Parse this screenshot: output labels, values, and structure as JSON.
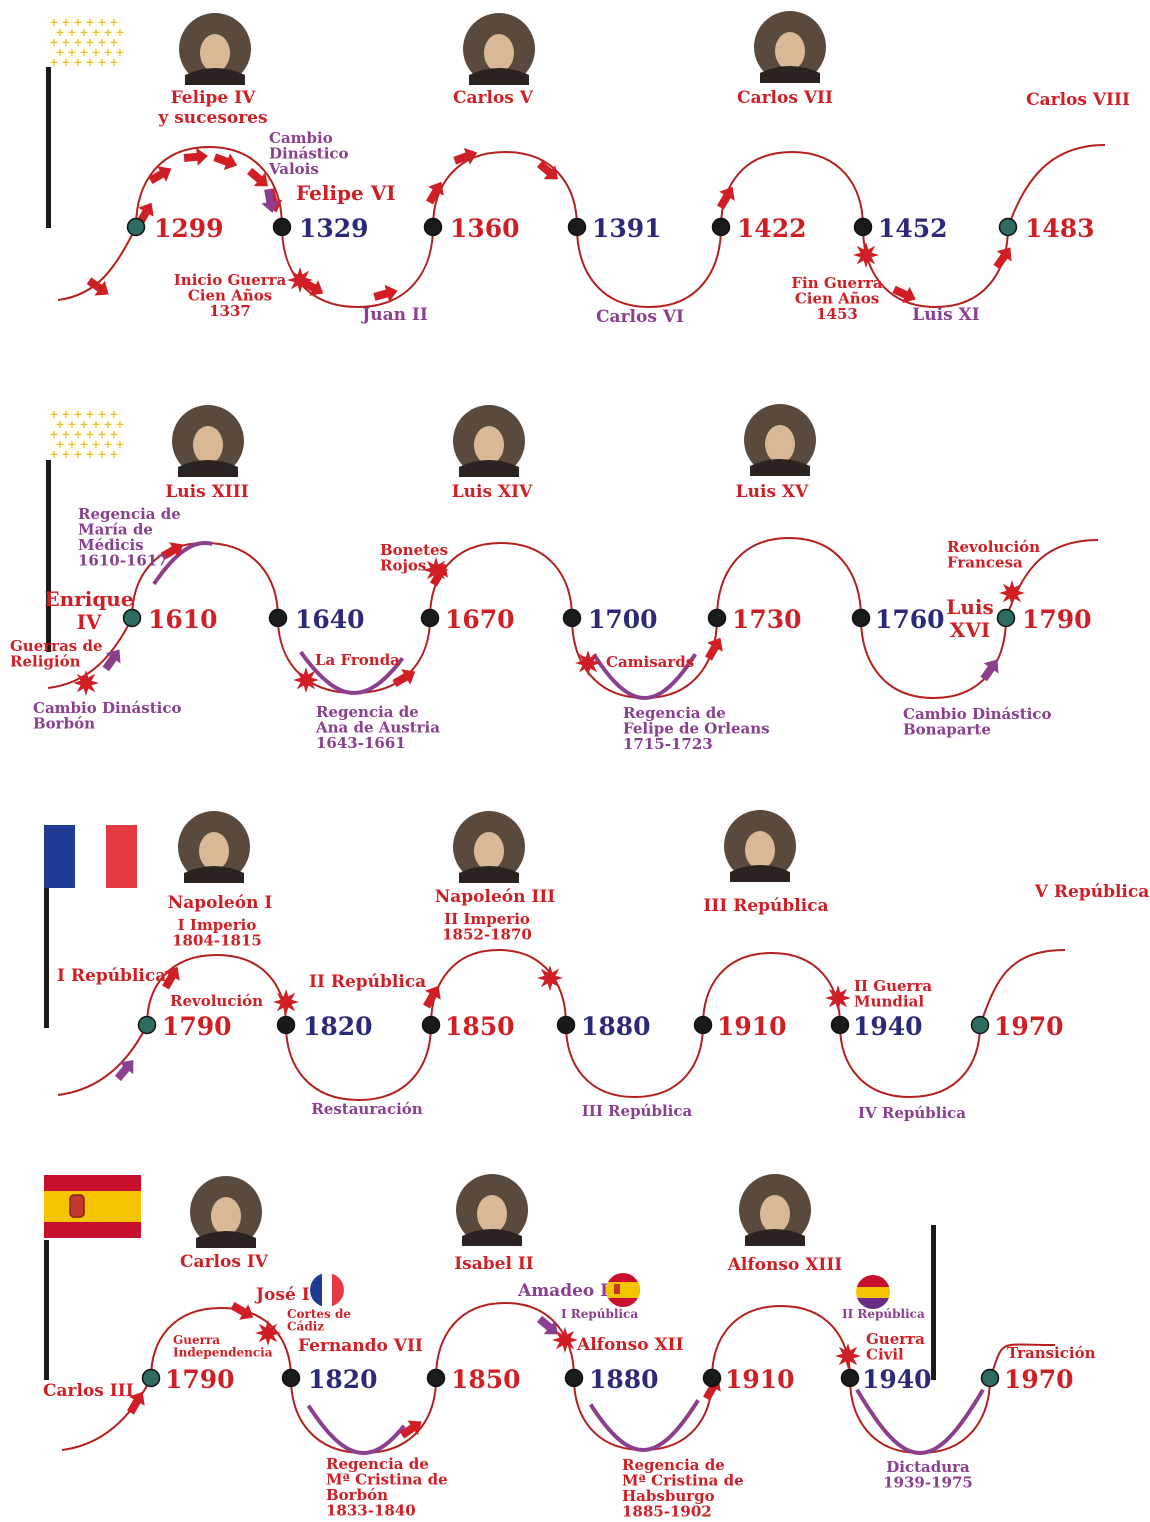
{
  "colors": {
    "red": "#d01e24",
    "navy": "#2a2a78",
    "purple": "#8a3f8f",
    "dark_red": "#b5201f",
    "gold": "#e8c227",
    "teal": "#2e6b60",
    "black": "#1a1a1a",
    "fr_blue": "#1f3a93",
    "fr_red": "#e53a43",
    "es_red": "#c8102e",
    "es_yellow": "#f5c400",
    "rep_purple": "#6b2c86"
  },
  "rows": [
    {
      "id": "capetos",
      "flag": "fleur",
      "years": [
        {
          "label": "1299",
          "color": "red",
          "node": "teal"
        },
        {
          "label": "1329",
          "color": "navy",
          "node": "black"
        },
        {
          "label": "1360",
          "color": "red",
          "node": "black"
        },
        {
          "label": "1391",
          "color": "navy",
          "node": "black"
        },
        {
          "label": "1422",
          "color": "red",
          "node": "black"
        },
        {
          "label": "1452",
          "color": "navy",
          "node": "black"
        },
        {
          "label": "1483",
          "color": "red",
          "node": "teal"
        }
      ],
      "rulers": [
        {
          "lines": [
            "Felipe IV",
            "y sucesores"
          ],
          "portrait": true
        },
        {
          "lines": [
            "Carlos V"
          ],
          "portrait": true
        },
        {
          "lines": [
            "Carlos VII"
          ],
          "portrait": true
        },
        {
          "lines": [
            "Carlos VIII"
          ],
          "portrait": false
        }
      ],
      "labels": [
        {
          "lines": [
            "Cambio",
            "Dinástico",
            "Valois"
          ],
          "color": "purple",
          "size": "small",
          "align": "start"
        },
        {
          "lines": [
            "Felipe VI"
          ],
          "color": "red",
          "size": "big",
          "align": "start"
        },
        {
          "lines": [
            "Inicio Guerra",
            "Cien Años",
            "1337"
          ],
          "color": "red",
          "size": "small",
          "align": "middle"
        },
        {
          "lines": [
            "Juan II"
          ],
          "color": "purple",
          "size": "mid",
          "align": "middle"
        },
        {
          "lines": [
            "Carlos VI"
          ],
          "color": "purple",
          "size": "mid",
          "align": "middle"
        },
        {
          "lines": [
            "Fin Guerra",
            "Cien Años",
            "1453"
          ],
          "color": "red",
          "size": "small",
          "align": "middle"
        },
        {
          "lines": [
            "Luis XI"
          ],
          "color": "purple",
          "size": "mid",
          "align": "middle"
        }
      ]
    },
    {
      "id": "borbones",
      "flag": "fleur",
      "years": [
        {
          "label": "1610",
          "color": "red",
          "node": "teal"
        },
        {
          "label": "1640",
          "color": "navy",
          "node": "black"
        },
        {
          "label": "1670",
          "color": "red",
          "node": "black"
        },
        {
          "label": "1700",
          "color": "navy",
          "node": "black"
        },
        {
          "label": "1730",
          "color": "red",
          "node": "black"
        },
        {
          "label": "1760",
          "color": "navy",
          "node": "black"
        },
        {
          "label": "1790",
          "color": "red",
          "node": "teal"
        }
      ],
      "rulers": [
        {
          "lines": [
            "Luis XIII"
          ],
          "portrait": true
        },
        {
          "lines": [
            "Luis XIV"
          ],
          "portrait": true
        },
        {
          "lines": [
            "Luis XV"
          ],
          "portrait": true
        }
      ],
      "labels": [
        {
          "lines": [
            "Regencia de",
            "María de",
            "Médicis",
            "1610-1617"
          ],
          "color": "purple",
          "size": "small",
          "align": "start"
        },
        {
          "lines": [
            "Enrique",
            "IV"
          ],
          "color": "red",
          "size": "big",
          "align": "middle"
        },
        {
          "lines": [
            "Guerras de",
            "Religión"
          ],
          "color": "red",
          "size": "small",
          "align": "start"
        },
        {
          "lines": [
            "Cambio Dinástico",
            "Borbón"
          ],
          "color": "purple",
          "size": "small",
          "align": "start"
        },
        {
          "lines": [
            "Bonetes",
            "Rojos"
          ],
          "color": "red",
          "size": "small",
          "align": "start"
        },
        {
          "lines": [
            "La Fronda"
          ],
          "color": "red",
          "size": "small",
          "align": "start"
        },
        {
          "lines": [
            "Regencia de",
            "Ana de Austria",
            "1643-1661"
          ],
          "color": "purple",
          "size": "small",
          "align": "start"
        },
        {
          "lines": [
            "Camisards"
          ],
          "color": "red",
          "size": "small",
          "align": "start"
        },
        {
          "lines": [
            "Regencia de",
            "Felipe de Orleans",
            "1715-1723"
          ],
          "color": "purple",
          "size": "small",
          "align": "start"
        },
        {
          "lines": [
            "Revolución",
            "Francesa"
          ],
          "color": "red",
          "size": "small",
          "align": "start"
        },
        {
          "lines": [
            "Luis",
            "XVI"
          ],
          "color": "red",
          "size": "big",
          "align": "middle"
        },
        {
          "lines": [
            "Cambio Dinástico",
            "Bonaparte"
          ],
          "color": "purple",
          "size": "small",
          "align": "start"
        }
      ]
    },
    {
      "id": "francia",
      "flag": "france",
      "years": [
        {
          "label": "1790",
          "color": "red",
          "node": "teal"
        },
        {
          "label": "1820",
          "color": "navy",
          "node": "black"
        },
        {
          "label": "1850",
          "color": "red",
          "node": "black"
        },
        {
          "label": "1880",
          "color": "navy",
          "node": "black"
        },
        {
          "label": "1910",
          "color": "red",
          "node": "black"
        },
        {
          "label": "1940",
          "color": "navy",
          "node": "black"
        },
        {
          "label": "1970",
          "color": "red",
          "node": "teal"
        }
      ],
      "rulers": [
        {
          "lines": [
            "Napoleón I"
          ],
          "portrait": true
        },
        {
          "lines": [
            "Napoleón III"
          ],
          "portrait": true
        },
        {
          "lines": [
            "III República"
          ],
          "portrait": true
        },
        {
          "lines": [
            "V República"
          ],
          "portrait": false
        }
      ],
      "labels": [
        {
          "lines": [
            "I Imperio",
            "1804-1815"
          ],
          "color": "red",
          "size": "small",
          "align": "middle"
        },
        {
          "lines": [
            "II Imperio",
            "1852-1870"
          ],
          "color": "red",
          "size": "small",
          "align": "middle"
        },
        {
          "lines": [
            "I República"
          ],
          "color": "red",
          "size": "mid",
          "align": "start"
        },
        {
          "lines": [
            "Revolución"
          ],
          "color": "red",
          "size": "small",
          "align": "start"
        },
        {
          "lines": [
            "II República"
          ],
          "color": "red",
          "size": "mid",
          "align": "start"
        },
        {
          "lines": [
            "Restauración"
          ],
          "color": "purple",
          "size": "small",
          "align": "middle"
        },
        {
          "lines": [
            "III República"
          ],
          "color": "purple",
          "size": "small",
          "align": "middle"
        },
        {
          "lines": [
            "II Guerra",
            "Mundial"
          ],
          "color": "red",
          "size": "small",
          "align": "start"
        },
        {
          "lines": [
            "IV República"
          ],
          "color": "purple",
          "size": "small",
          "align": "middle"
        }
      ]
    },
    {
      "id": "espana",
      "flag": "spain",
      "years": [
        {
          "label": "1790",
          "color": "red",
          "node": "teal"
        },
        {
          "label": "1820",
          "color": "navy",
          "node": "black"
        },
        {
          "label": "1850",
          "color": "red",
          "node": "black"
        },
        {
          "label": "1880",
          "color": "navy",
          "node": "black"
        },
        {
          "label": "1910",
          "color": "red",
          "node": "black"
        },
        {
          "label": "1940",
          "color": "navy",
          "node": "black"
        },
        {
          "label": "1970",
          "color": "red",
          "node": "teal"
        }
      ],
      "rulers": [
        {
          "lines": [
            "Carlos IV"
          ],
          "portrait": true
        },
        {
          "lines": [
            "Isabel II"
          ],
          "portrait": true
        },
        {
          "lines": [
            "Alfonso XIII"
          ],
          "portrait": true
        }
      ],
      "labels": [
        {
          "lines": [
            "José I"
          ],
          "color": "red",
          "size": "mid",
          "align": "start"
        },
        {
          "lines": [
            "Cortes de",
            "Cádiz"
          ],
          "color": "red",
          "size": "tiny",
          "align": "start"
        },
        {
          "lines": [
            "Guerra",
            "Independencia"
          ],
          "color": "red",
          "size": "tiny",
          "align": "start"
        },
        {
          "lines": [
            "Fernando VII"
          ],
          "color": "red",
          "size": "mid",
          "align": "start"
        },
        {
          "lines": [
            "Carlos III"
          ],
          "color": "red",
          "size": "mid",
          "align": "start"
        },
        {
          "lines": [
            "Amadeo I"
          ],
          "color": "purple",
          "size": "mid",
          "align": "start"
        },
        {
          "lines": [
            "I República"
          ],
          "color": "purple",
          "size": "tiny",
          "align": "start"
        },
        {
          "lines": [
            "Alfonso XII"
          ],
          "color": "red",
          "size": "mid",
          "align": "start"
        },
        {
          "lines": [
            "II República"
          ],
          "color": "purple",
          "size": "tiny",
          "align": "start"
        },
        {
          "lines": [
            "Guerra",
            "Civil"
          ],
          "color": "red",
          "size": "small",
          "align": "start"
        },
        {
          "lines": [
            "Transición"
          ],
          "color": "red",
          "size": "small",
          "align": "start"
        },
        {
          "lines": [
            "Regencia de",
            "Mª Cristina de",
            "Borbón",
            "1833-1840"
          ],
          "color": "red",
          "size": "small",
          "align": "start"
        },
        {
          "lines": [
            "Regencia de",
            "Mª Cristina de",
            "Habsburgo",
            "1885-1902"
          ],
          "color": "red",
          "size": "small",
          "align": "start"
        },
        {
          "lines": [
            "Dictadura",
            "1939-1975"
          ],
          "color": "purple",
          "size": "small",
          "align": "middle"
        }
      ]
    }
  ]
}
